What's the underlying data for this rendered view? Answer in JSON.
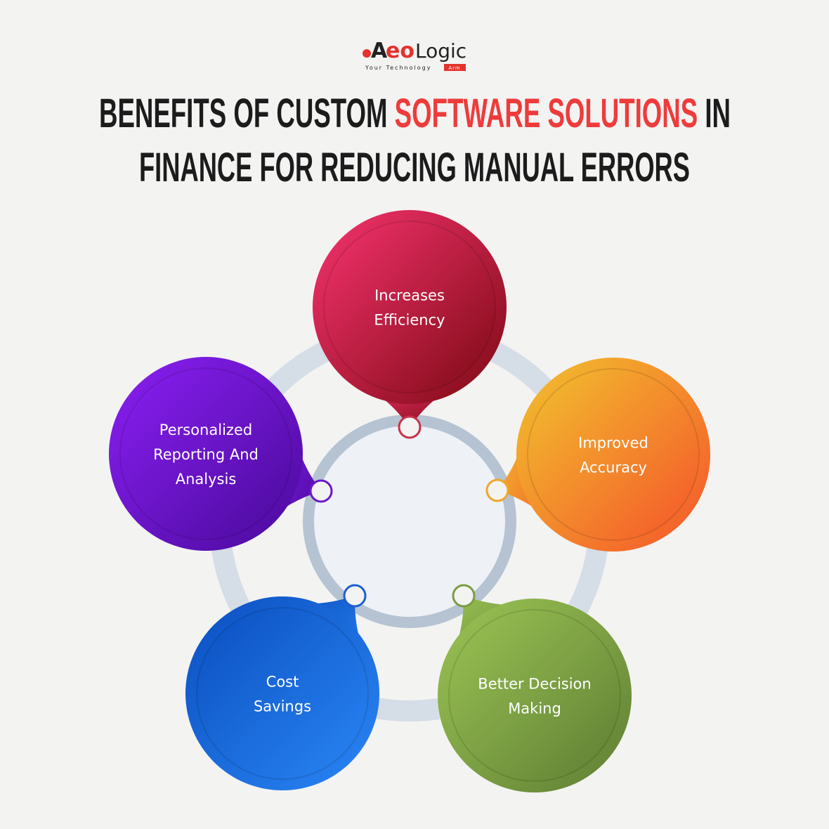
{
  "logo": {
    "brand_prefix": "A",
    "brand_red": "eo",
    "brand_rest": "Logic",
    "tagline": "Your Technology",
    "tagline_badge": "Arm"
  },
  "title": {
    "line1_start": "BENEFITS OF CUSTOM ",
    "line1_highlight": "SOFTWARE SOLUTIONS",
    "line1_end": " IN",
    "line2": "FINANCE FOR REDUCING MANUAL ERRORS",
    "highlight_color": "#ee3b3b"
  },
  "benefits": [
    {
      "lines": [
        "Increases",
        "Efficiency"
      ],
      "color_start": "#f5336e",
      "color_end": "#7e0a14",
      "ring": "#c8324a"
    },
    {
      "lines": [
        "Improved",
        "Accuracy"
      ],
      "color_start": "#f2c12e",
      "color_end": "#f4552a",
      "ring": "#f2a52a"
    },
    {
      "lines": [
        "Better Decision",
        "Making"
      ],
      "color_start": "#9cc455",
      "color_end": "#5e7e33",
      "ring": "#7c9c42"
    },
    {
      "lines": [
        "Cost",
        "Savings"
      ],
      "color_start": "#0b4fc0",
      "color_end": "#2a86f5",
      "ring": "#1c5fcf"
    },
    {
      "lines": [
        "Personalized",
        "Reporting And",
        "Analysis"
      ],
      "color_start": "#8a1ff2",
      "color_end": "#4a0a9c",
      "ring": "#6a18c8"
    }
  ]
}
